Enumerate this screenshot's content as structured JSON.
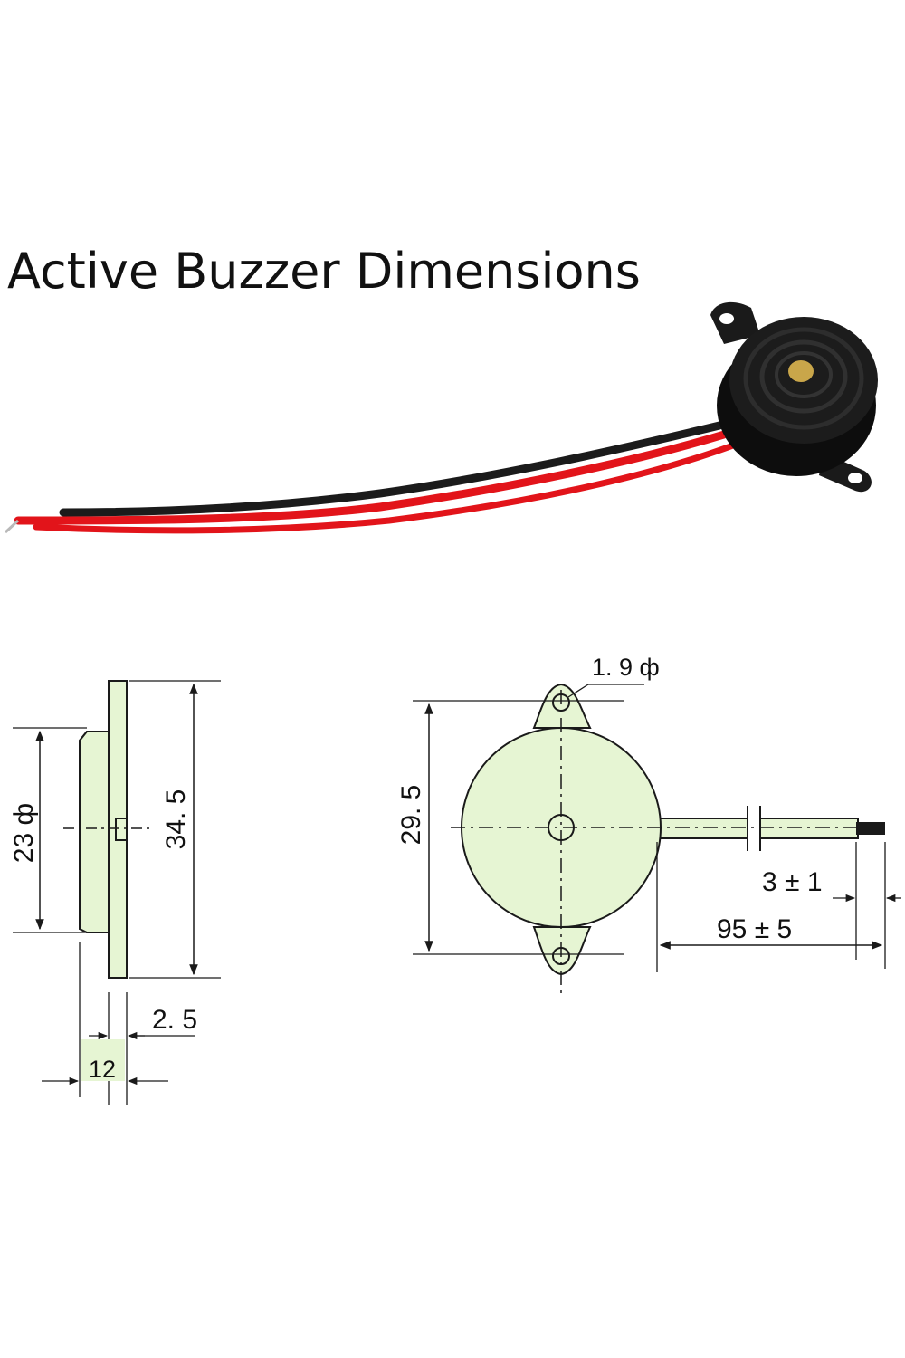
{
  "title": "Active Buzzer Dimensions",
  "colors": {
    "part_fill": "#e6f5d3",
    "outline": "#1a1a1a",
    "housing": "#151515",
    "wire_red": "#e2141a",
    "wire_black": "#1b1b1b",
    "sound_hole": "#c9a64a",
    "background": "#ffffff"
  },
  "photo": {
    "icon": "active-buzzer-photo-icon",
    "wires": [
      "red",
      "black"
    ]
  },
  "side_view": {
    "labels": {
      "diameter": "23 ф",
      "height": "34. 5",
      "flange": "2. 5",
      "depth": "12"
    }
  },
  "front_view": {
    "labels": {
      "hole": "1. 9 ф",
      "height": "29. 5",
      "strip": "3 ± 1",
      "lead": "95 ± 5"
    }
  }
}
